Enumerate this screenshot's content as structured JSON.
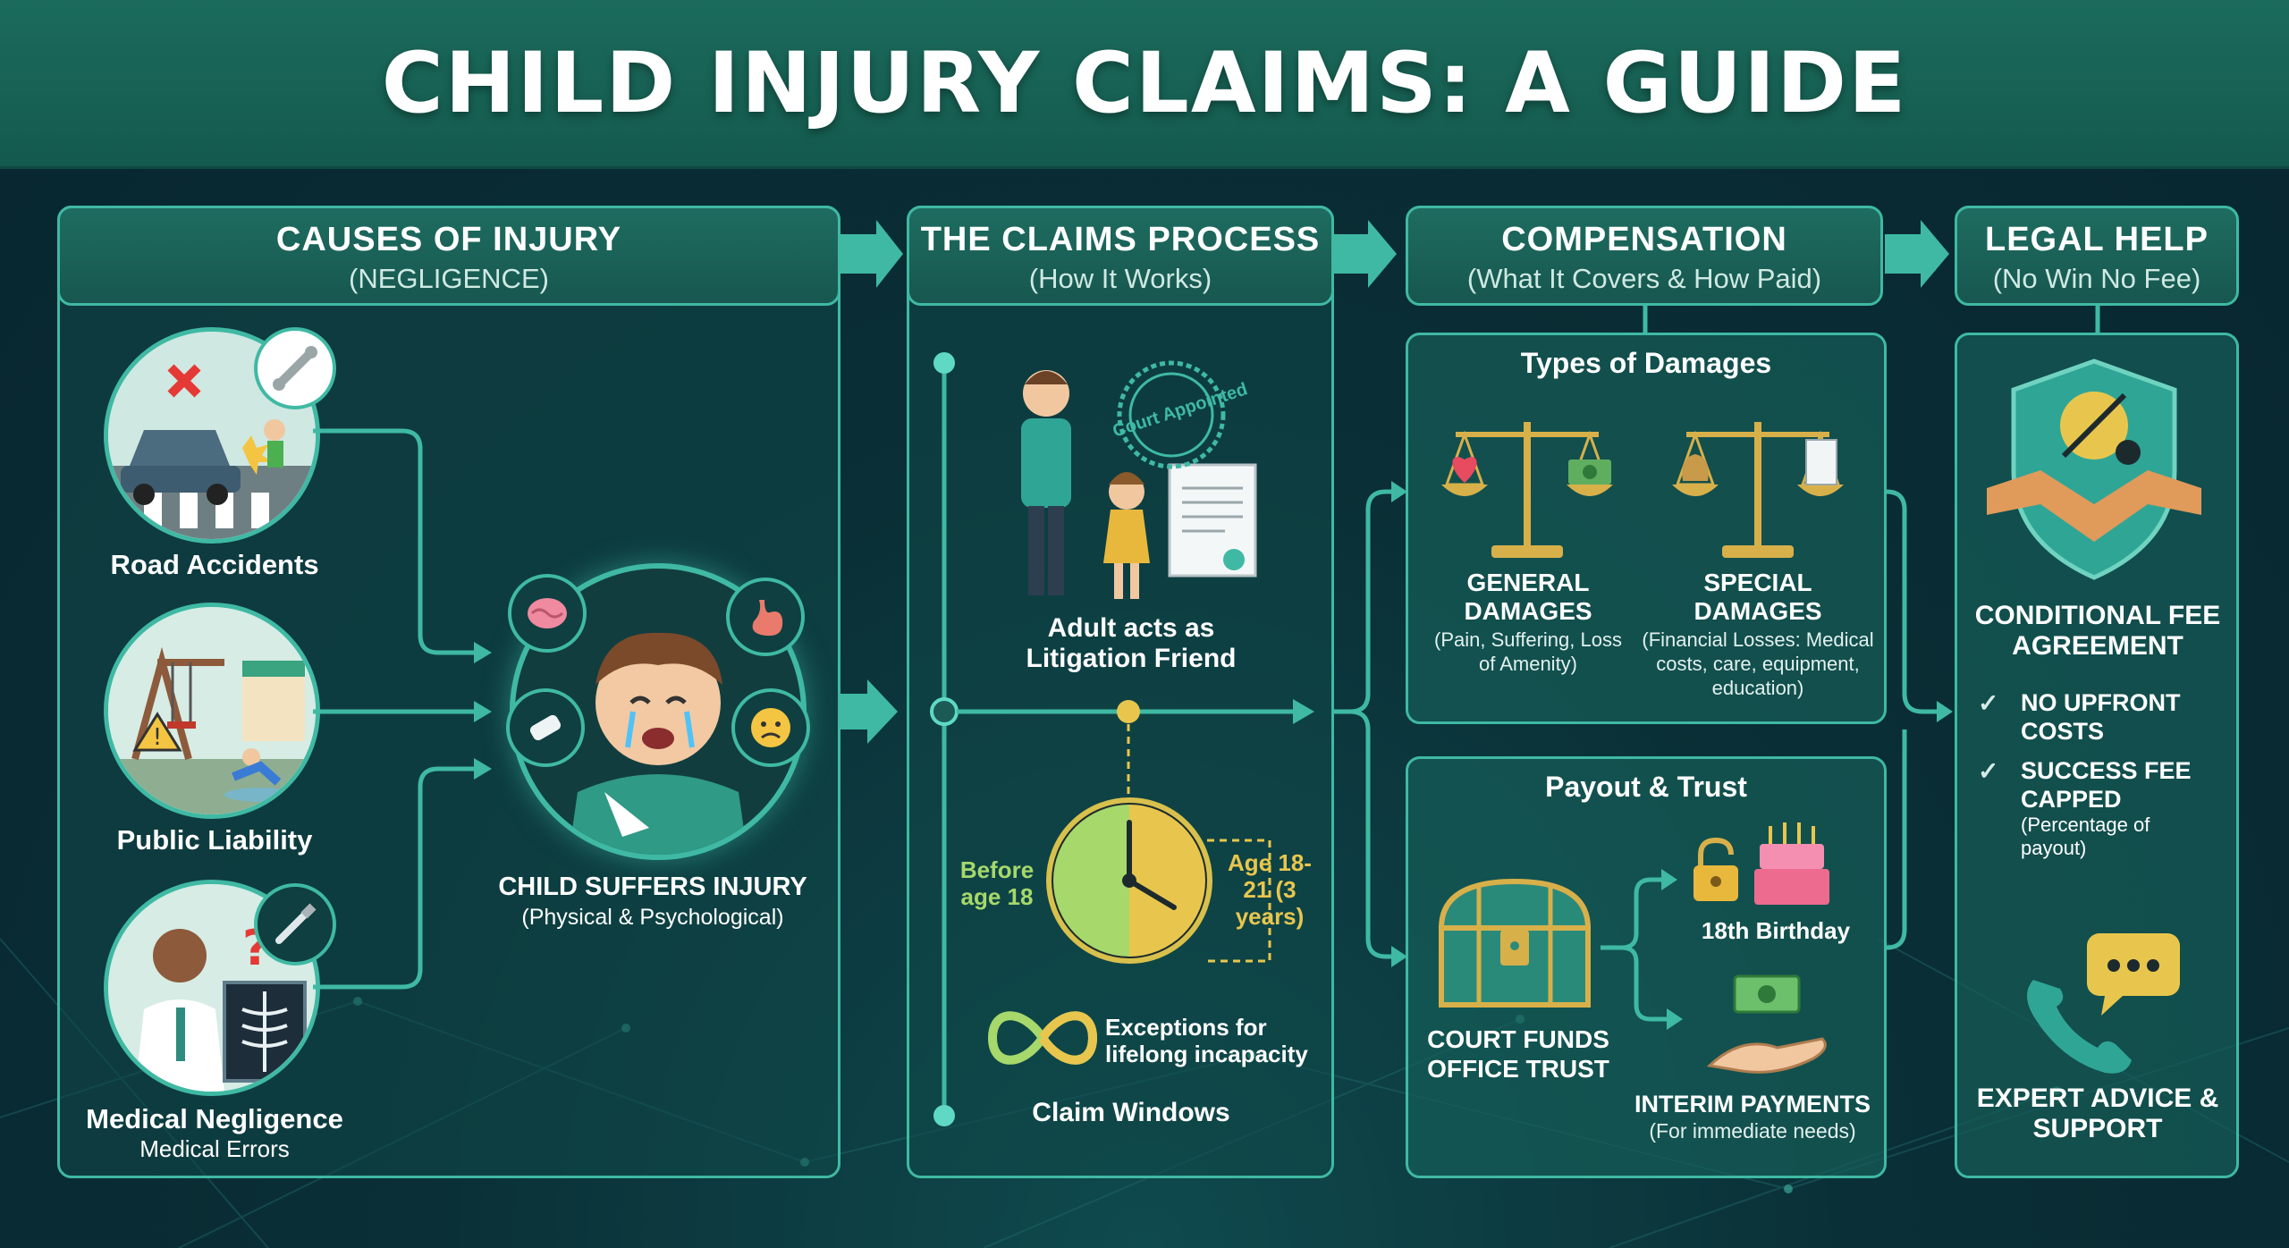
{
  "title": "CHILD INJURY CLAIMS: A GUIDE",
  "colors": {
    "accent": "#3fb9a3",
    "header": "#1b6b5c",
    "background": "#0a2f36",
    "clock_yellow": "#e8c64d",
    "clock_green": "#a6d86b"
  },
  "causes": {
    "heading": "CAUSES OF INJURY",
    "subheading": "(NEGLIGENCE)",
    "items": [
      {
        "label": "Road Accidents",
        "icon": "car-accident-icon"
      },
      {
        "label": "Public Liability",
        "icon": "playground-hazard-icon"
      },
      {
        "label": "Medical Negligence",
        "sublabel": "Medical Errors",
        "icon": "doctor-xray-icon"
      }
    ],
    "center": {
      "label": "CHILD SUFFERS INJURY",
      "sublabel": "(Physical & Psychological)",
      "icon": "injured-child-icon"
    }
  },
  "process": {
    "heading": "THE CLAIMS PROCESS",
    "subheading": "(How It Works)",
    "stamp": "Court Appointed",
    "friend_label": "Adult acts as Litigation Friend",
    "before_label": "Before age 18",
    "age_label": "Age 18-21 (3 years)",
    "exceptions_label": "Exceptions for lifelong incapacity",
    "windows_label": "Claim Windows"
  },
  "compensation": {
    "heading": "COMPENSATION",
    "subheading": "(What It Covers & How Paid)",
    "damages_title": "Types of Damages",
    "general_title": "GENERAL DAMAGES",
    "general_sub": "(Pain, Suffering, Loss of Amenity)",
    "special_title": "SPECIAL DAMAGES",
    "special_sub": "(Financial Losses: Medical costs, care, equipment, education)",
    "payout_title": "Payout & Trust",
    "trust_label": "COURT FUNDS OFFICE TRUST",
    "birthday_label": "18th Birthday",
    "interim_label": "INTERIM PAYMENTS",
    "interim_sub": "(For immediate needs)"
  },
  "legal": {
    "heading": "LEGAL HELP",
    "subheading": "(No Win No Fee)",
    "cfa_label": "CONDITIONAL FEE AGREEMENT",
    "checks": [
      {
        "label": "NO UPFRONT COSTS",
        "sub": ""
      },
      {
        "label": "SUCCESS FEE CAPPED",
        "sub": "(Percentage of payout)"
      }
    ],
    "support_label": "EXPERT ADVICE & SUPPORT"
  }
}
